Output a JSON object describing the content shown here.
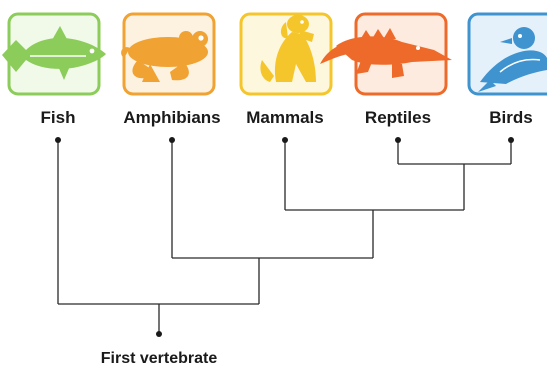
{
  "diagram": {
    "taxa": [
      {
        "id": "fish",
        "label": "Fish",
        "icon": "fish-icon",
        "color": "#8ccc5a"
      },
      {
        "id": "amphibians",
        "label": "Amphibians",
        "icon": "frog-icon",
        "color": "#f0a232"
      },
      {
        "id": "mammals",
        "label": "Mammals",
        "icon": "dog-icon",
        "color": "#f4c62c"
      },
      {
        "id": "reptiles",
        "label": "Reptiles",
        "icon": "crocodile-icon",
        "color": "#ee6a2a"
      },
      {
        "id": "birds",
        "label": "Birds",
        "icon": "bird-icon",
        "color": "#3f93cf"
      }
    ],
    "root_label": "First vertebrate"
  }
}
